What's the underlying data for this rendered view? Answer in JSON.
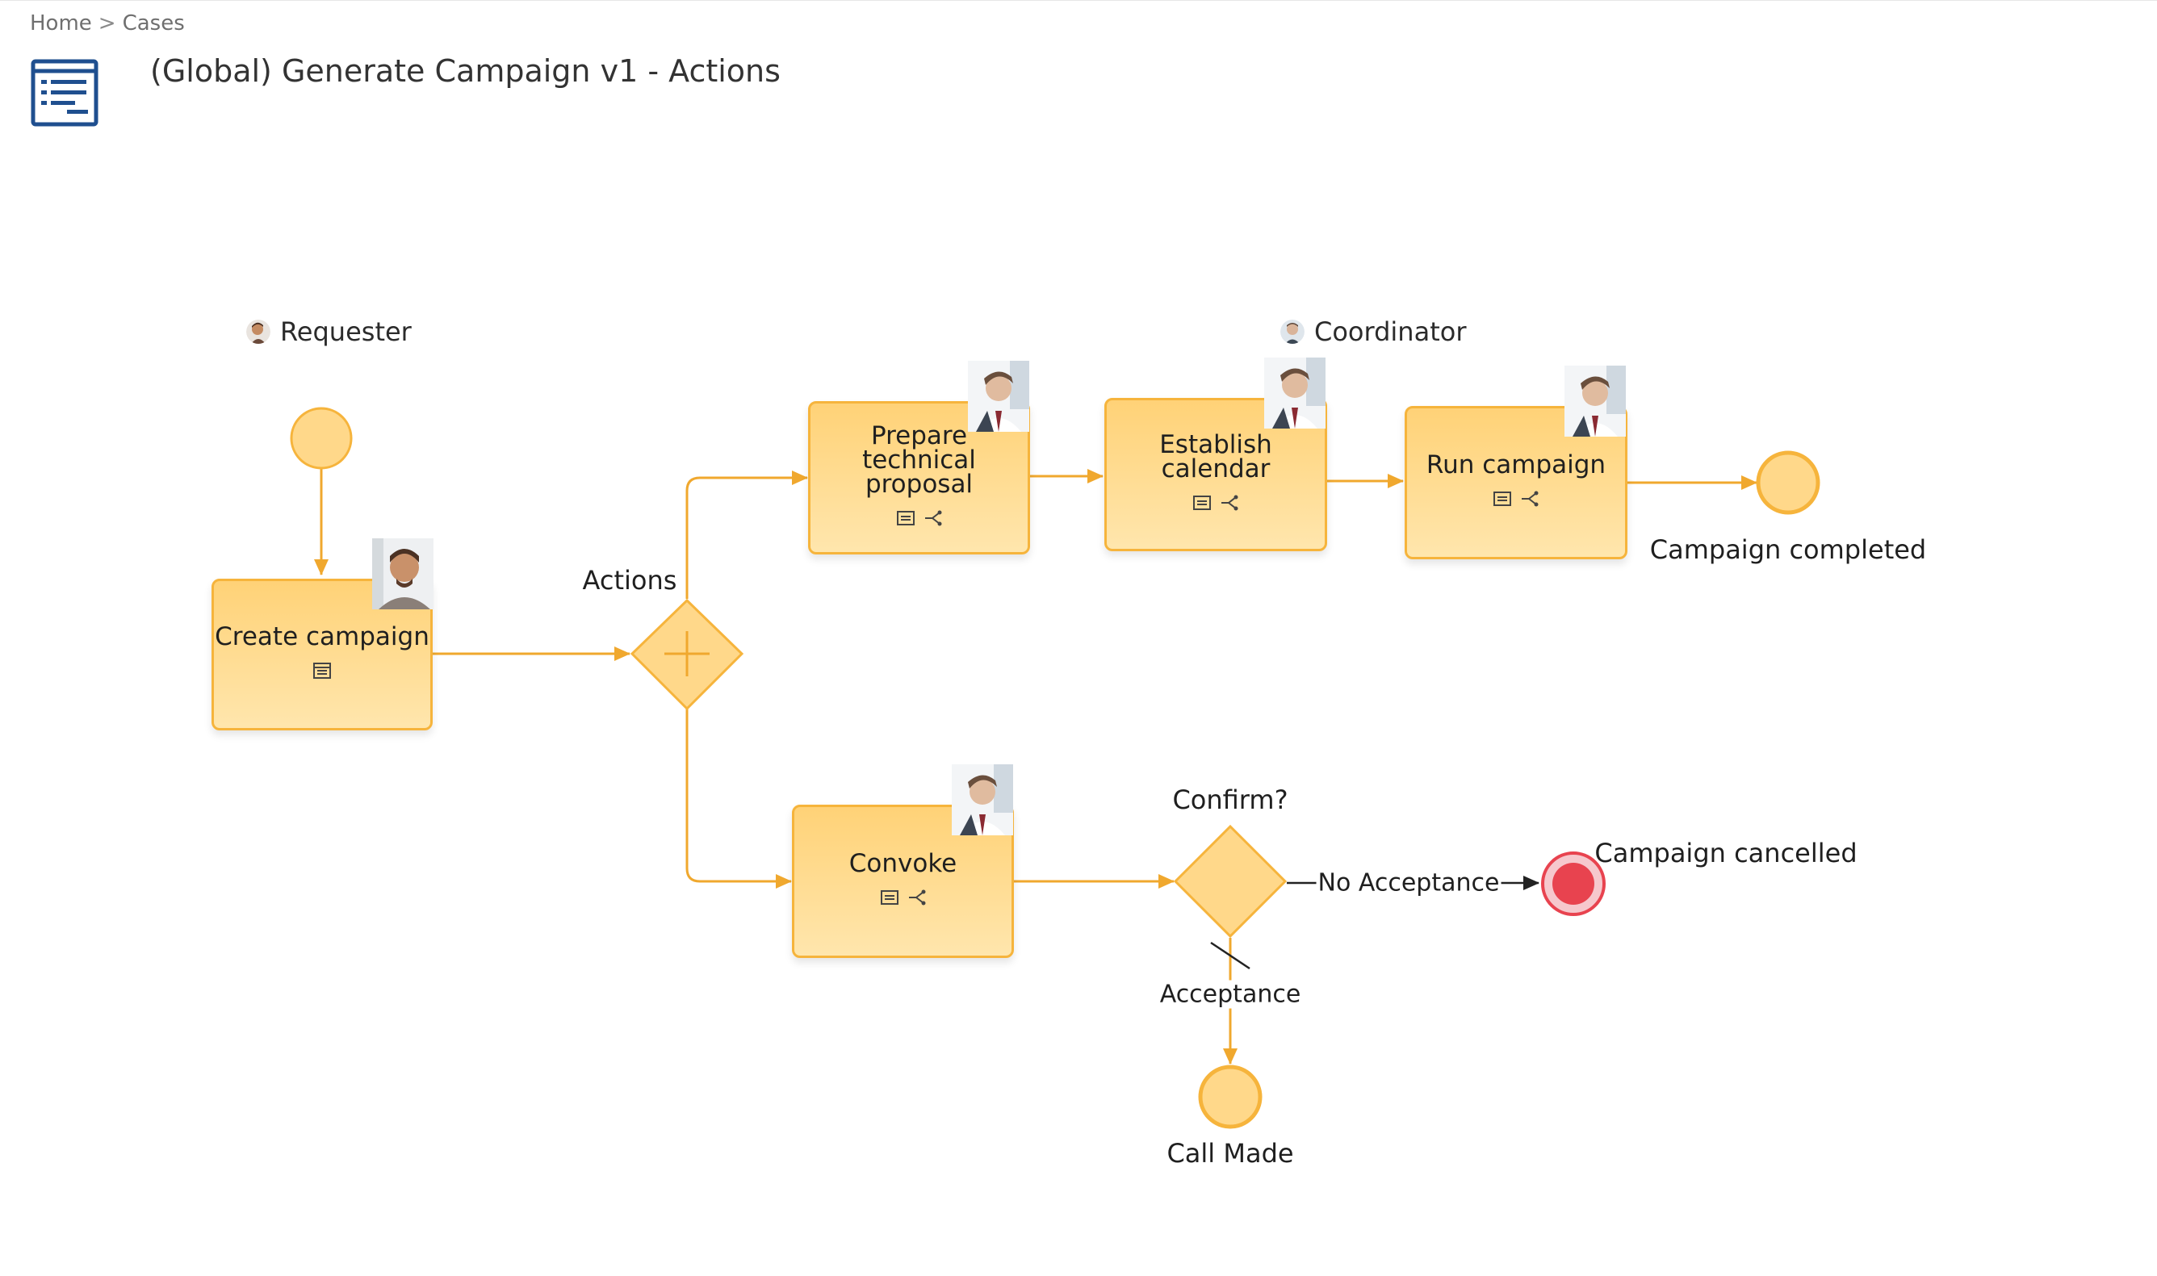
{
  "breadcrumb": {
    "home": "Home",
    "separator": ">",
    "cases": "Cases"
  },
  "page": {
    "title": "(Global) Generate Campaign v1 - Actions",
    "icon": "form-document-icon"
  },
  "colors": {
    "task_fill": "#ffd277",
    "task_border": "#f6b43c",
    "flow": "#f0a82e",
    "end_error": "#e8434f",
    "arrow_dark": "#222222"
  },
  "lanes": {
    "requester": "Requester",
    "coordinator": "Coordinator"
  },
  "tasks": {
    "create_campaign": "Create campaign",
    "prepare_proposal": "Prepare\ntechnical\nproposal",
    "establish_calendar": "Establish\ncalendar",
    "run_campaign": "Run campaign",
    "convoke": "Convoke"
  },
  "gateways": {
    "actions": "Actions",
    "confirm": "Confirm?"
  },
  "events": {
    "completed": "Campaign completed",
    "cancelled": "Campaign cancelled",
    "call_made": "Call Made"
  },
  "flows": {
    "no_acceptance": "No Acceptance",
    "acceptance": "Acceptance"
  }
}
